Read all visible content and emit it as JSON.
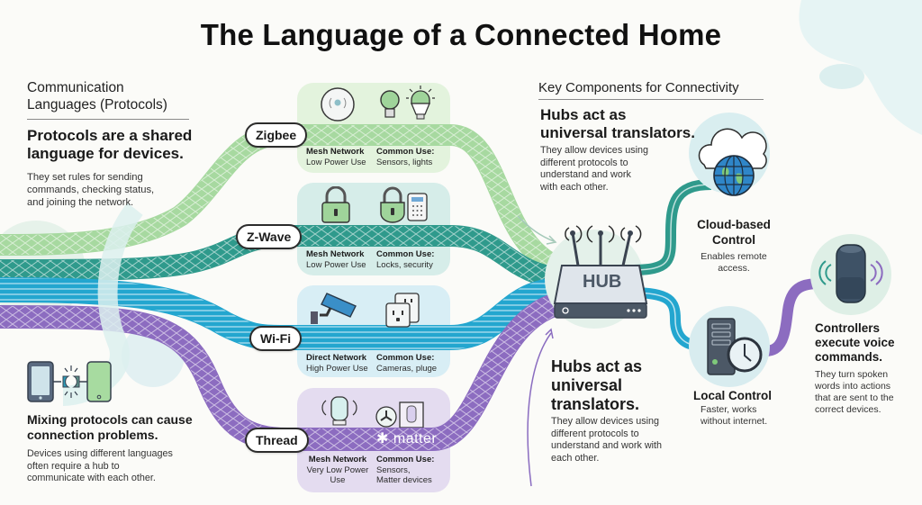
{
  "title": "The Language of a Connected Home",
  "left_panel": {
    "section_heading": "Communication Languages (Protocols)",
    "section_heading_lines": [
      "Communication",
      "Languages (Protocols)"
    ],
    "headline_lines": [
      "Protocols are a shared",
      "language for devices."
    ],
    "body_lines": [
      "They set rules for sending",
      "commands, checking status,",
      "and joining the network."
    ]
  },
  "mixing": {
    "icon": "phones-disconnected-plug-icon",
    "headline_lines": [
      "Mixing protocols can cause",
      "connection problems."
    ],
    "body_lines": [
      "Devices using different languages",
      "often require a hub to",
      "communicate with each other."
    ]
  },
  "protocols": [
    {
      "name": "Zigbee",
      "color": "#9fd49a",
      "card_color": "#e3f3dd",
      "network_type": "Mesh Network",
      "power": "Low Power Use",
      "common_use_label": "Common Use:",
      "common_use": "Sensors, lights",
      "icons": [
        "sensor-icon",
        "light-bulb-icon",
        "glowing-bulb-icon"
      ]
    },
    {
      "name": "Z-Wave",
      "color": "#2f9a8c",
      "card_color": "#d6ede9",
      "network_type": "Mesh Network",
      "power": "Low Power Use",
      "common_use_label": "Common Use:",
      "common_use": "Locks, security",
      "icons": [
        "padlock-icon",
        "padlock-icon",
        "keypad-icon"
      ]
    },
    {
      "name": "Wi-Fi",
      "color": "#23a6cf",
      "card_color": "#d8eef5",
      "network_type": "Direct Network",
      "power": "High Power Use",
      "common_use_label": "Common Use:",
      "common_use": "Cameras, pluge",
      "icons": [
        "security-camera-icon",
        "power-outlet-icon"
      ]
    },
    {
      "name": "Thread",
      "color": "#8c6cc0",
      "card_color": "#e4dcf0",
      "network_type": "Mesh Network",
      "power_lines": [
        "Very Low Power",
        "Use"
      ],
      "common_use_label": "Common Use:",
      "common_use_lines": [
        "Sensors,",
        "Matter devices"
      ],
      "band_logo": "matter",
      "icons": [
        "thread-sensor-icon",
        "matter-logo-icon",
        "smart-device-icon"
      ]
    }
  ],
  "right_panel": {
    "section_heading": "Key Components for Connectivity",
    "hub_headline_lines": [
      "Hubs act as",
      "universal translators."
    ],
    "hub_body_lines": [
      "They allow devices using",
      "different protocols to",
      "understand and work",
      "with each other."
    ],
    "hub_label": "HUB",
    "hub_headline2_lines": [
      "Hubs act as",
      "universal",
      "translators."
    ],
    "hub_body2_lines": [
      "They allow devices using",
      "different protocols to",
      "understand and work with",
      "each other."
    ]
  },
  "components": {
    "cloud": {
      "title_lines": [
        "Cloud-based",
        "Control"
      ],
      "body_lines": [
        "Enables remote",
        "access."
      ],
      "icon": "cloud-globe-icon"
    },
    "local": {
      "title": "Local Control",
      "body_lines": [
        "Faster, works",
        "without internet."
      ],
      "icon": "server-clock-icon"
    },
    "voice": {
      "title_lines": [
        "Controllers",
        "execute voice",
        "commands."
      ],
      "body_lines": [
        "They turn spoken",
        "words into actions",
        "that are sent to the",
        "correct devices."
      ],
      "icon": "smart-speaker-icon"
    }
  },
  "colors": {
    "background": "#fbfbf8",
    "zigbee": "#9fd49a",
    "zwave": "#2f9a8c",
    "wifi": "#23a6cf",
    "thread": "#8c6cc0",
    "hub_body": "#dde3ea",
    "hub_base": "#4c5866"
  }
}
